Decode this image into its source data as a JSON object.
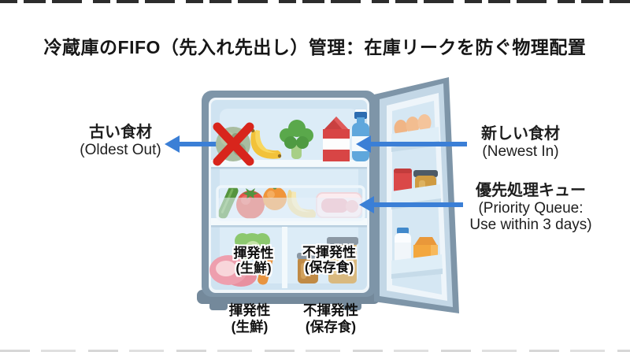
{
  "title": "冷蔵庫のFIFO（先入れ先出し）管理：在庫リークを防ぐ物理配置",
  "annotations": {
    "oldest_out": {
      "ja": "古い食材",
      "en": "(Oldest Out)"
    },
    "newest_in": {
      "ja": "新しい食材",
      "en": "(Newest In)"
    },
    "priority_queue": {
      "ja": "優先処理キュー",
      "en_line1": "(Priority Queue:",
      "en_line2": "Use within 3 days)"
    }
  },
  "compartment_labels": {
    "volatile": {
      "ja": "揮発性",
      "sub": "(生鮮)"
    },
    "nonvolatile": {
      "ja": "不揮発性",
      "sub": "(保存食)"
    }
  },
  "below_labels": {
    "volatile": {
      "ja": "揮発性",
      "sub": "(生鮮)"
    },
    "nonvolatile": {
      "ja": "不揮発性",
      "sub": "(保存食)"
    }
  },
  "fridge_contents": {
    "top_shelf": [
      "spoiled-lettuce-crossed-out",
      "bananas",
      "broccoli",
      "milk-carton",
      "water-bottle"
    ],
    "priority_drawer": [
      "cucumber",
      "tomato",
      "orange",
      "bananas",
      "meat-pack"
    ],
    "bottom_left_compartment": [
      "ham",
      "cabbage",
      "carrot"
    ],
    "bottom_right_compartment": [
      "jar",
      "jar"
    ],
    "door_shelves": [
      "eggs",
      "red-jar",
      "mustard-jar",
      "milk-bottle",
      "juice-carton"
    ]
  },
  "colors": {
    "arrow_blue": "#3b7fd6",
    "cross_red": "#d8251c",
    "fridge_frame": "#7e95a8",
    "fridge_interior": "#cfe3f1",
    "fridge_panel": "#dcecf7",
    "door_panel": "#c3d7e6"
  }
}
